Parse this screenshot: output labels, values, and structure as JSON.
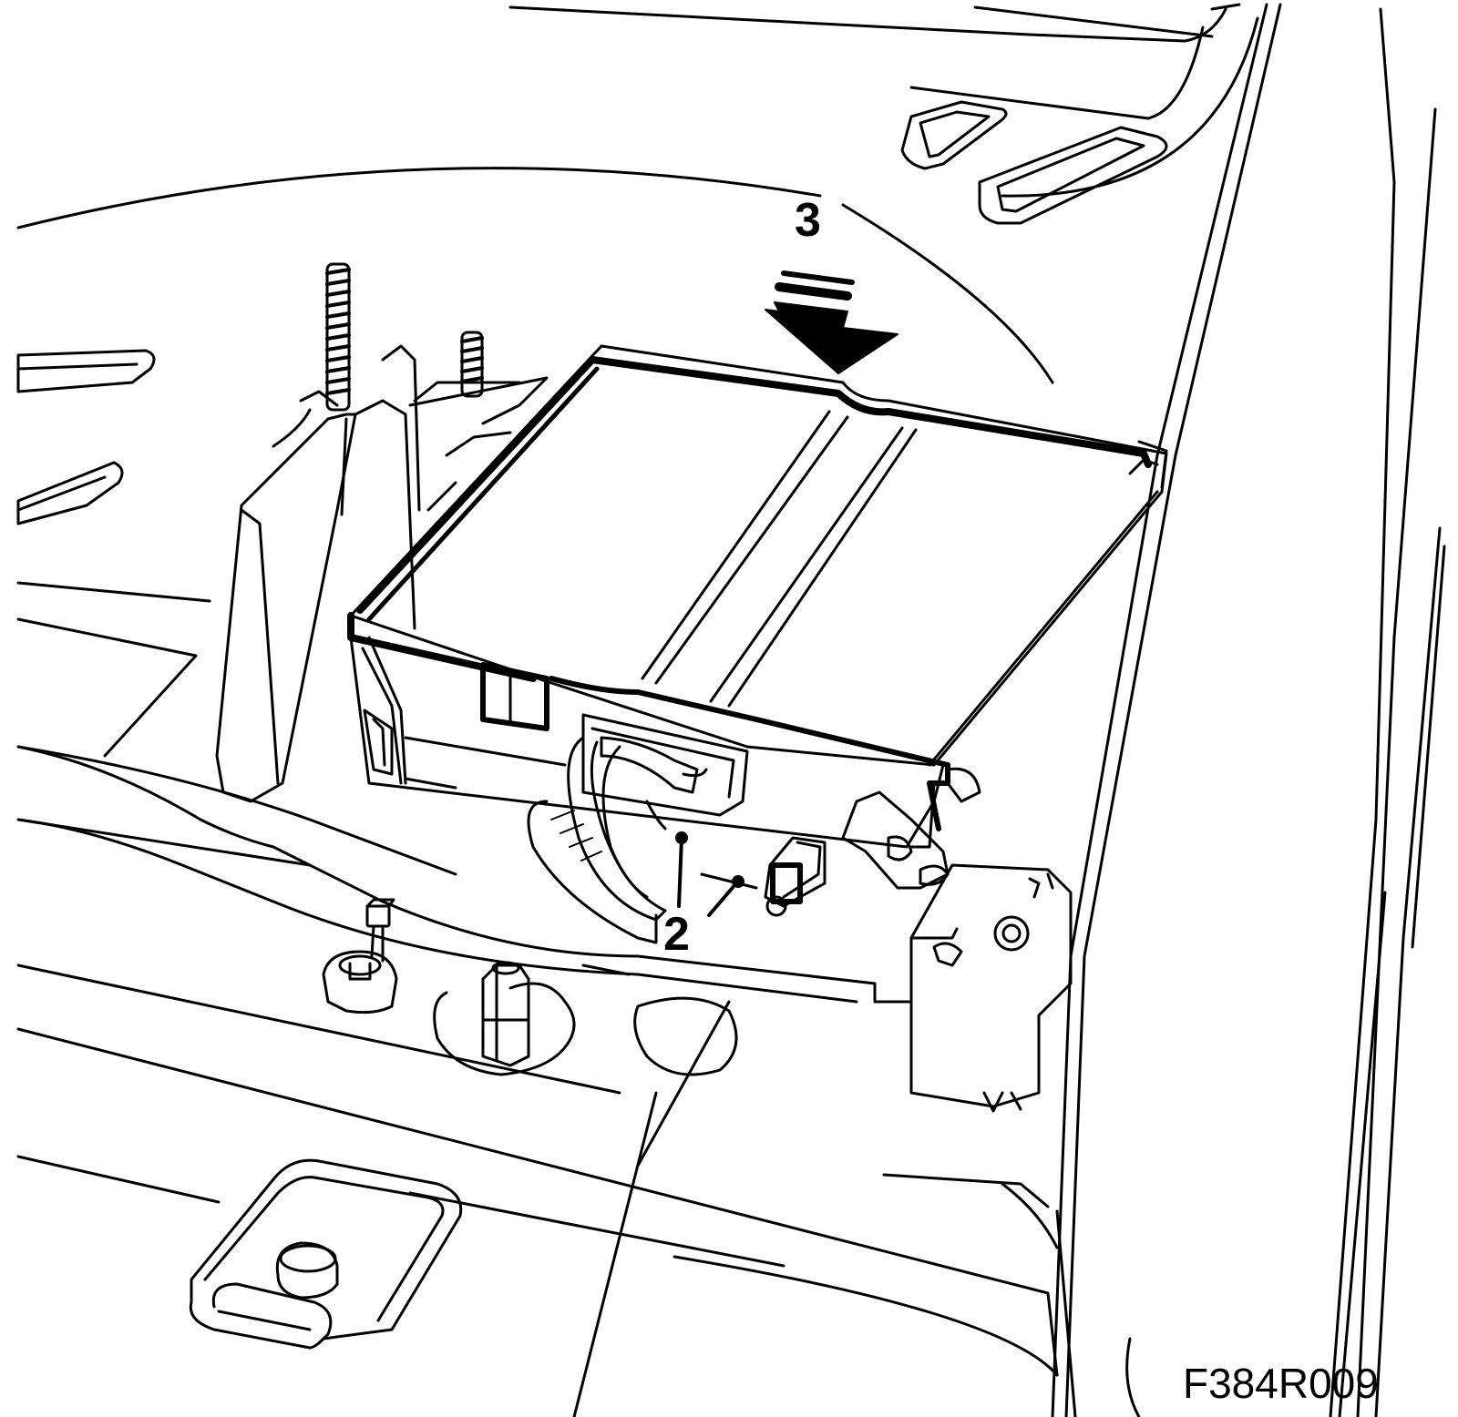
{
  "callouts": {
    "label_3": "3",
    "label_2": "2"
  },
  "figure_code": "F384R009",
  "colors": {
    "line": "#000000",
    "background": "#ffffff"
  }
}
